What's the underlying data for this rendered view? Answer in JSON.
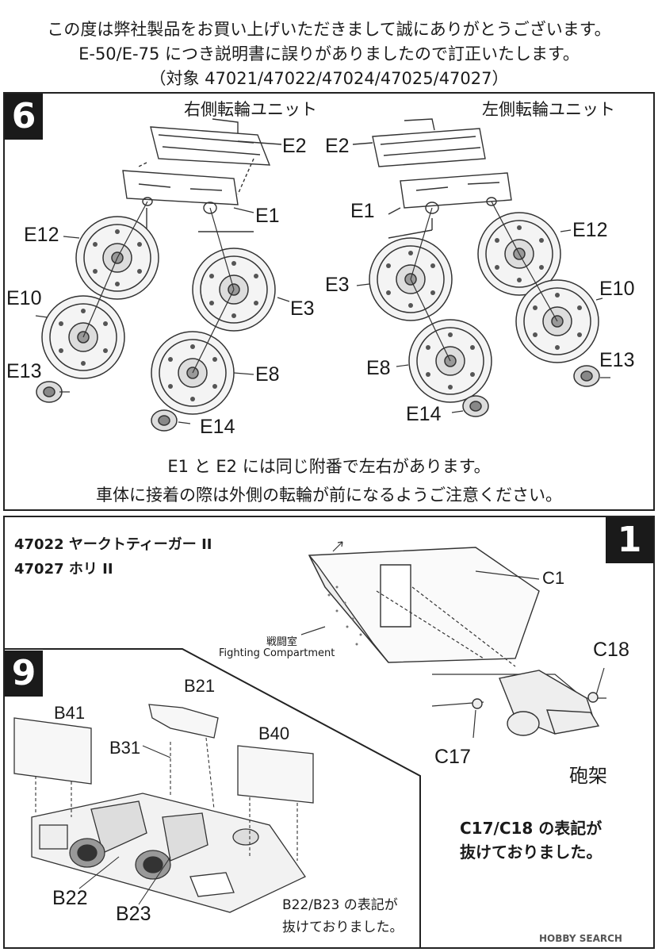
{
  "intro": {
    "line1": "この度は弊社製品をお買い上げいただきまして誠にありがとうございます。",
    "line2": "E-50/E-75 につき説明書に誤りがありましたので訂正いたします。",
    "line3": "（対象 47021/47022/47024/47025/47027）"
  },
  "step6": {
    "number": "6",
    "right_unit_title": "右側転輪ユニット",
    "left_unit_title": "左側転輪ユニット",
    "right_labels": {
      "e2": "E2",
      "e1": "E1",
      "e12": "E12",
      "e10": "E10",
      "e3": "E3",
      "e13": "E13",
      "e8": "E8",
      "e14": "E14"
    },
    "left_labels": {
      "e2": "E2",
      "e1": "E1",
      "e12": "E12",
      "e3": "E3",
      "e10": "E10",
      "e8": "E8",
      "e13": "E13",
      "e14": "E14"
    },
    "note_line1": "E1 と E2 には同じ附番で左右があります。",
    "note_line2": "車体に接着の際は外側の転輪が前になるようご注意ください。"
  },
  "step1": {
    "number": "1",
    "model_line1": "47022 ヤークトティーガー II",
    "model_line2": "47027 ホリ II",
    "c1": "C1",
    "c18": "C18",
    "c17": "C17",
    "gun_mount": "砲架",
    "fighting_jp": "戦闘室",
    "fighting_en": "Fighting Compartment",
    "note_line1": "C17/C18 の表記が",
    "note_line2": "抜けておりました。"
  },
  "step9": {
    "number": "9",
    "b41": "B41",
    "b21": "B21",
    "b31": "B31",
    "b40": "B40",
    "b22": "B22",
    "b23": "B23",
    "note_line1": "B22/B23 の表記が",
    "note_line2": "抜けておりました。"
  },
  "watermark": "HOBBY SEARCH"
}
